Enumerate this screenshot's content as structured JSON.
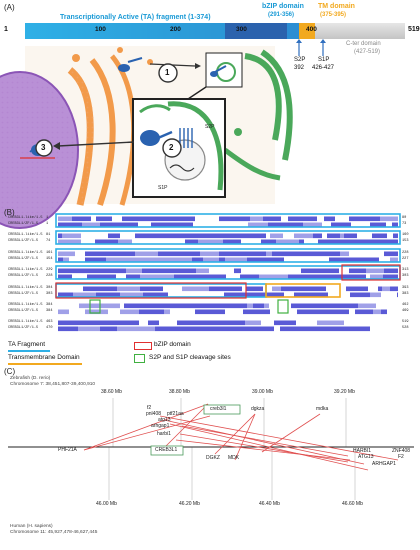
{
  "panel_a": {
    "letter": "(A)",
    "ta_label": "Transcriptionally Active (TA) fragment (1-374)",
    "bzip_label": "bZIP domain",
    "bzip_range": "(291-356)",
    "tm_label": "TM domain",
    "tm_range": "(375-395)",
    "start": "1",
    "ticks": [
      "100",
      "200",
      "300",
      "400"
    ],
    "end": "519",
    "cter_label": "C-ter domain",
    "cter_range": "(427-519)",
    "s2p_label": "S2P",
    "s2p_pos": "392",
    "s1p_label": "S1P",
    "s1p_pos": "426-427",
    "step1": "1",
    "step2": "2",
    "step3": "3",
    "s2p_small": "S2P",
    "s1p_small": "S1P",
    "colors": {
      "ta": "#2ea8dc",
      "ta_dark": "#1c6fb3",
      "bzip": "#2b5fa8",
      "tm": "#f2a91f",
      "cter": "#d0d0d0"
    }
  },
  "panel_b": {
    "letter": "(B)",
    "rows": [
      {
        "names": [
          "CREB3L1-like/1-5",
          "CREB3L1/ZF/1-5"
        ],
        "nums": [
          "80",
          "73"
        ]
      },
      {
        "names": [
          "CREB3L1-like/1-5",
          "CREB3L1/ZF/1-5"
        ],
        "nums": [
          "160",
          "153"
        ]
      },
      {
        "names": [
          "CREB3L1-like/1-5",
          "CREB3L1/ZF/1-5"
        ],
        "nums": [
          "228",
          "227"
        ]
      },
      {
        "names": [
          "CREB3L1-like/1-5",
          "CREB3L1/ZF/1-5"
        ],
        "nums": [
          "313",
          "303"
        ]
      },
      {
        "names": [
          "CREB3L1-like/1-5",
          "CREB3L1/ZF/1-5"
        ],
        "nums": [
          "393",
          "383"
        ]
      },
      {
        "names": [
          "CREB3L1-like/1-5",
          "CREB3L1/ZF/1-5"
        ],
        "nums": [
          "462",
          "469"
        ]
      },
      {
        "names": [
          "CREB3L1-like/1-5",
          "CREB3L1/ZF/1-5"
        ],
        "nums": [
          "519",
          "528"
        ]
      }
    ],
    "left_nums": [
      [
        "1",
        "1"
      ],
      [
        "81",
        "74"
      ],
      [
        "161",
        "154"
      ],
      [
        "229",
        "228"
      ],
      [
        "304",
        "303"
      ],
      [
        "384",
        "384"
      ],
      [
        "463",
        "470"
      ]
    ],
    "legend": {
      "ta": "TA Fragment",
      "tm": "Transmembrane Domain",
      "bzip": "bZIP domain",
      "cleavage": "S2P and S1P cleavage sites"
    }
  },
  "panel_c": {
    "letter": "(C)",
    "species_top": "Zebrafish (D. rerio)",
    "chrom_top": "Chromosome 7: 38,451,807-39,400,910",
    "top_ticks": [
      "38.60 Mb",
      "38.80 Mb",
      "39.00 Mb",
      "39.20 Mb"
    ],
    "species_bottom": "Human (H. sapiens)",
    "chrom_bottom": "Chromosome 11: 45,927,478-46,627,445",
    "bottom_ticks": [
      "46.00 Mb",
      "46.20 Mb",
      "46.40 Mb",
      "46.60 Mb"
    ],
    "genes_top": [
      "f2",
      "pnl408",
      "ptf21aa",
      "atg13",
      "arhgap1",
      "harbi1",
      "creb3l1",
      "dgkza",
      "mdka"
    ],
    "genes_bottom": [
      "PHF21A",
      "CREB3L1",
      "DGKZ",
      "MDK",
      "HARBI1",
      "ATG13",
      "F2",
      "ZNF408",
      "ARHGAP1"
    ]
  }
}
